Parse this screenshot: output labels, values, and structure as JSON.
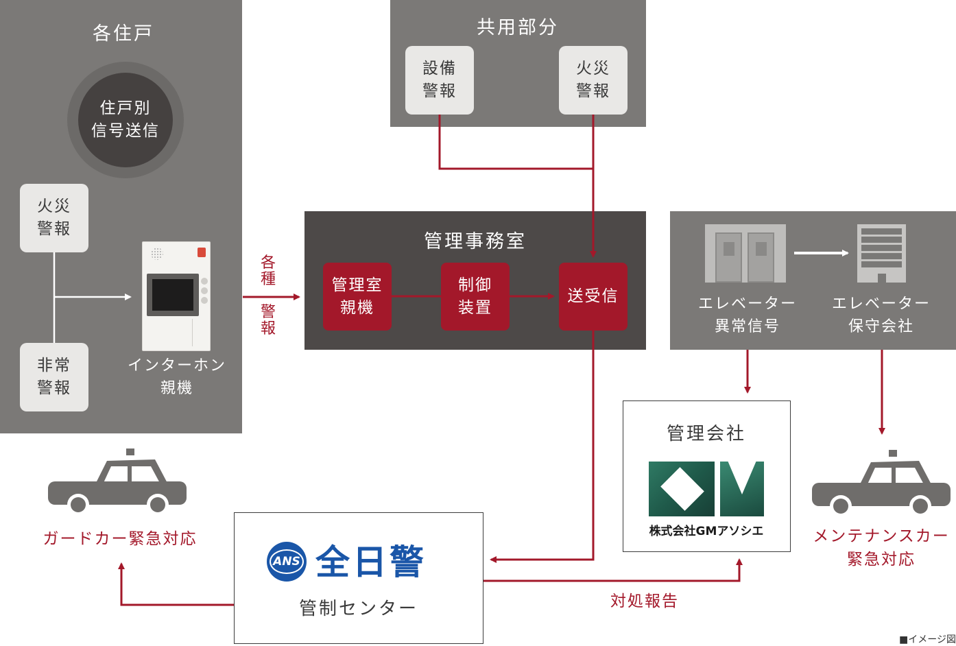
{
  "residence": {
    "title": "各住戸",
    "circle_label": "住戸別\n信号送信",
    "fire_alarm": "火災\n警報",
    "emergency_alarm": "非常\n警報",
    "intercom_label": "インターホン\n親機"
  },
  "common_area": {
    "title": "共用部分",
    "equipment_alarm": "設備\n警報",
    "fire_alarm": "火災\n警報"
  },
  "office": {
    "title": "管理事務室",
    "master_unit": "管理室\n親機",
    "controller": "制御\n装置",
    "transceiver": "送受信"
  },
  "various_alarms_label": "各\n種\n\n警\n報",
  "elevator": {
    "abnormal_signal": "エレベーター\n異常信号",
    "maintenance_company": "エレベーター\n保守会社"
  },
  "management_company": {
    "title": "管理会社",
    "logo_letters": "GM",
    "logo_caption": "株式会社GMアソシエ"
  },
  "control_center": {
    "logo_badge": "ANS",
    "logo_name": "全日警",
    "label": "管制センター"
  },
  "guard_car_label": "ガードカー緊急対応",
  "maintenance_car_label": "メンテナンスカー\n緊急対応",
  "report_label": "対処報告",
  "footnote": "■イメージ図",
  "colors": {
    "accent_red": "#a3182a",
    "panel_grey": "#7b7977",
    "panel_dark": "#4d4948",
    "car_grey": "#6f6d6b",
    "logo_green": "#1f5a4a",
    "logo_blue": "#1a56a8"
  }
}
